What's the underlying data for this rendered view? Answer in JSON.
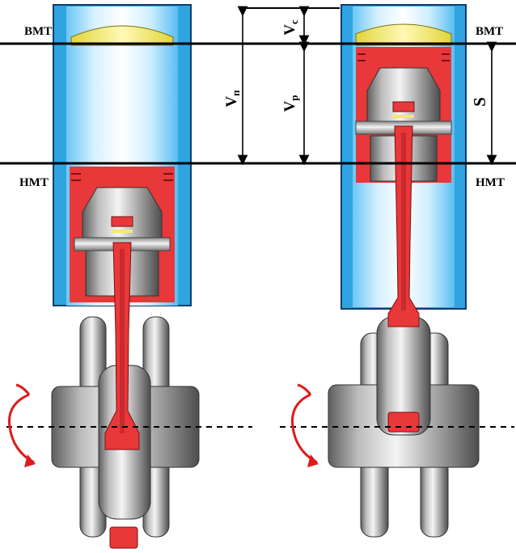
{
  "labels": {
    "tdc_left": "BMT",
    "bdc_left": "HMT",
    "tdc_right": "BMT",
    "bdc_right": "HMT",
    "vn_main": "V",
    "vn_sub": "п",
    "vc_main": "V",
    "vc_sub": "c",
    "vp_main": "V",
    "vp_sub": "р",
    "stroke": "S"
  },
  "colors": {
    "cylinder_wall": "#2fa4e0",
    "cylinder_bore": "#bfe6ff",
    "piston_body": "#e8383a",
    "piston_top": "#f5ea6a",
    "metal": "#b8b8b8",
    "rotation_arrow": "#e01a1a"
  },
  "icons": {
    "rotation_left": "rotation-arrow-icon",
    "rotation_right": "rotation-arrow-icon"
  }
}
